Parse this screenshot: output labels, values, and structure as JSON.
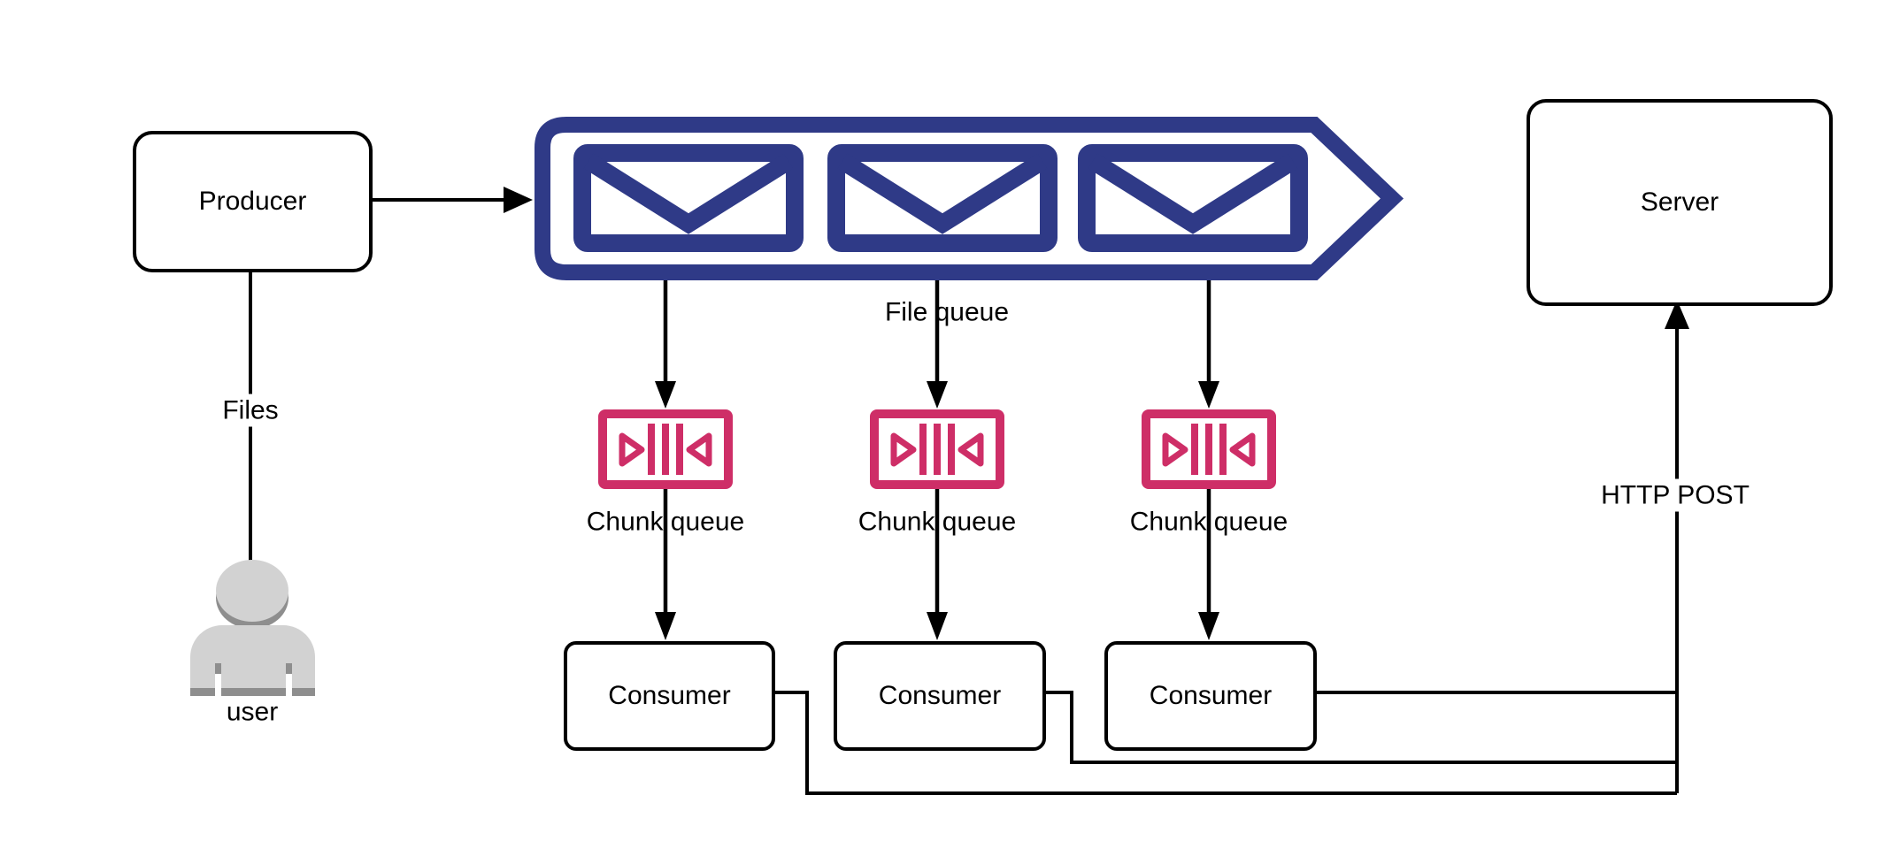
{
  "diagram": {
    "title": "file upload pipeline diagram",
    "colors": {
      "background": "#ffffff",
      "line": "#000000",
      "queue_navy": "#2F3A87",
      "chunk_pink": "#CE2E67",
      "user_gray": "#D2D2D2",
      "user_gray_dark": "#8E8E8E"
    },
    "nodes": {
      "producer": {
        "label": "Producer"
      },
      "server": {
        "label": "Server"
      },
      "consumers": [
        {
          "label": "Consumer"
        },
        {
          "label": "Consumer"
        },
        {
          "label": "Consumer"
        }
      ],
      "file_queue": {
        "label": "File queue",
        "icon": "message-queue-arrow",
        "envelope_count": 3
      },
      "chunk_queues": [
        {
          "label": "Chunk queue",
          "icon": "chunk-queue"
        },
        {
          "label": "Chunk queue",
          "icon": "chunk-queue"
        },
        {
          "label": "Chunk queue",
          "icon": "chunk-queue"
        }
      ],
      "user": {
        "label": "user",
        "icon": "person"
      }
    },
    "edges": {
      "user_to_producer": {
        "label": "Files"
      },
      "producer_to_file_queue": {
        "label": ""
      },
      "consumers_to_server": {
        "label": "HTTP POST"
      }
    }
  }
}
